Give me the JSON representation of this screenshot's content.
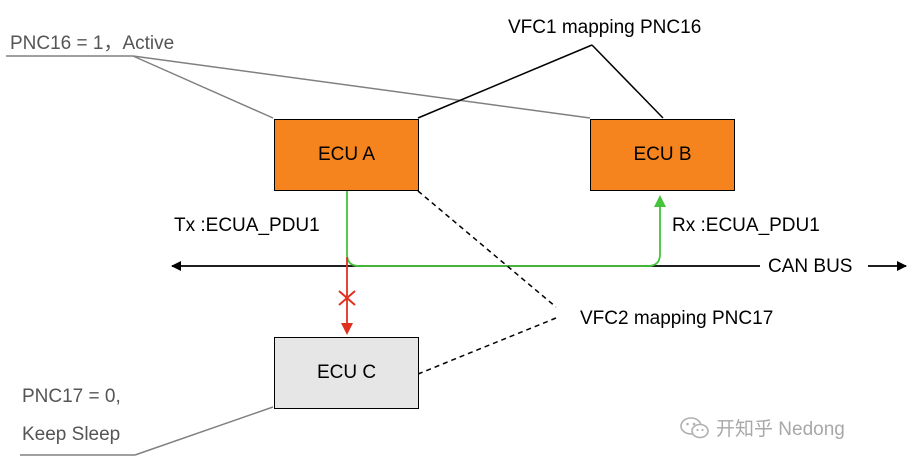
{
  "labels": {
    "pnc16_note": "PNC16 = 1，Active",
    "vfc1_mapping": "VFC1 mapping PNC16",
    "tx_label": "Tx :ECUA_PDU1",
    "rx_label": "Rx :ECUA_PDU1",
    "can_bus": "CAN BUS",
    "vfc2_mapping": "VFC2 mapping PNC17",
    "pnc17_line1": "PNC17 = 0,",
    "pnc17_line2": "Keep Sleep"
  },
  "ecus": {
    "a": {
      "label": "ECU A"
    },
    "b": {
      "label": "ECU B"
    },
    "c": {
      "label": "ECU C"
    }
  },
  "watermark": {
    "text": "开知乎 Nedong"
  },
  "colors": {
    "ecu_active": "#F5841F",
    "ecu_sleep": "#E6E6E6",
    "signal_green": "#44C43A",
    "block_red": "#E03020",
    "leader_gray": "#808080"
  }
}
